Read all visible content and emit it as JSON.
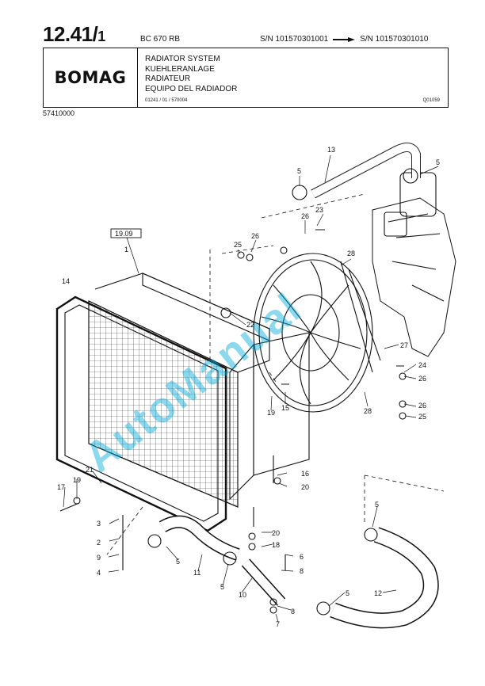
{
  "header": {
    "page_number": "12.41/",
    "page_suffix": "1",
    "model": "BC 670 RB",
    "serial_from": "S/N 101570301001",
    "serial_to": "S/N 101570301010",
    "brand": "BOMAG",
    "titles": [
      "RADIATOR SYSTEM",
      "KUEHLERANLAGE",
      "RADIATEUR",
      "EQUIPO DEL RADIADOR"
    ],
    "doc_code": "01241 / 01 / 570004",
    "ref_code": "Q01059",
    "part_number": "57410000"
  },
  "diagram": {
    "reference_box": "19.09",
    "callouts": [
      "1",
      "2",
      "3",
      "4",
      "5",
      "5",
      "5",
      "5",
      "5",
      "5",
      "6",
      "7",
      "8",
      "8",
      "9",
      "10",
      "11",
      "12",
      "13",
      "14",
      "15",
      "16",
      "17",
      "18",
      "19",
      "19",
      "20",
      "20",
      "21",
      "22",
      "23",
      "24",
      "25",
      "25",
      "26",
      "26",
      "26",
      "26",
      "27",
      "28",
      "28"
    ]
  },
  "watermark": "AutoManual"
}
